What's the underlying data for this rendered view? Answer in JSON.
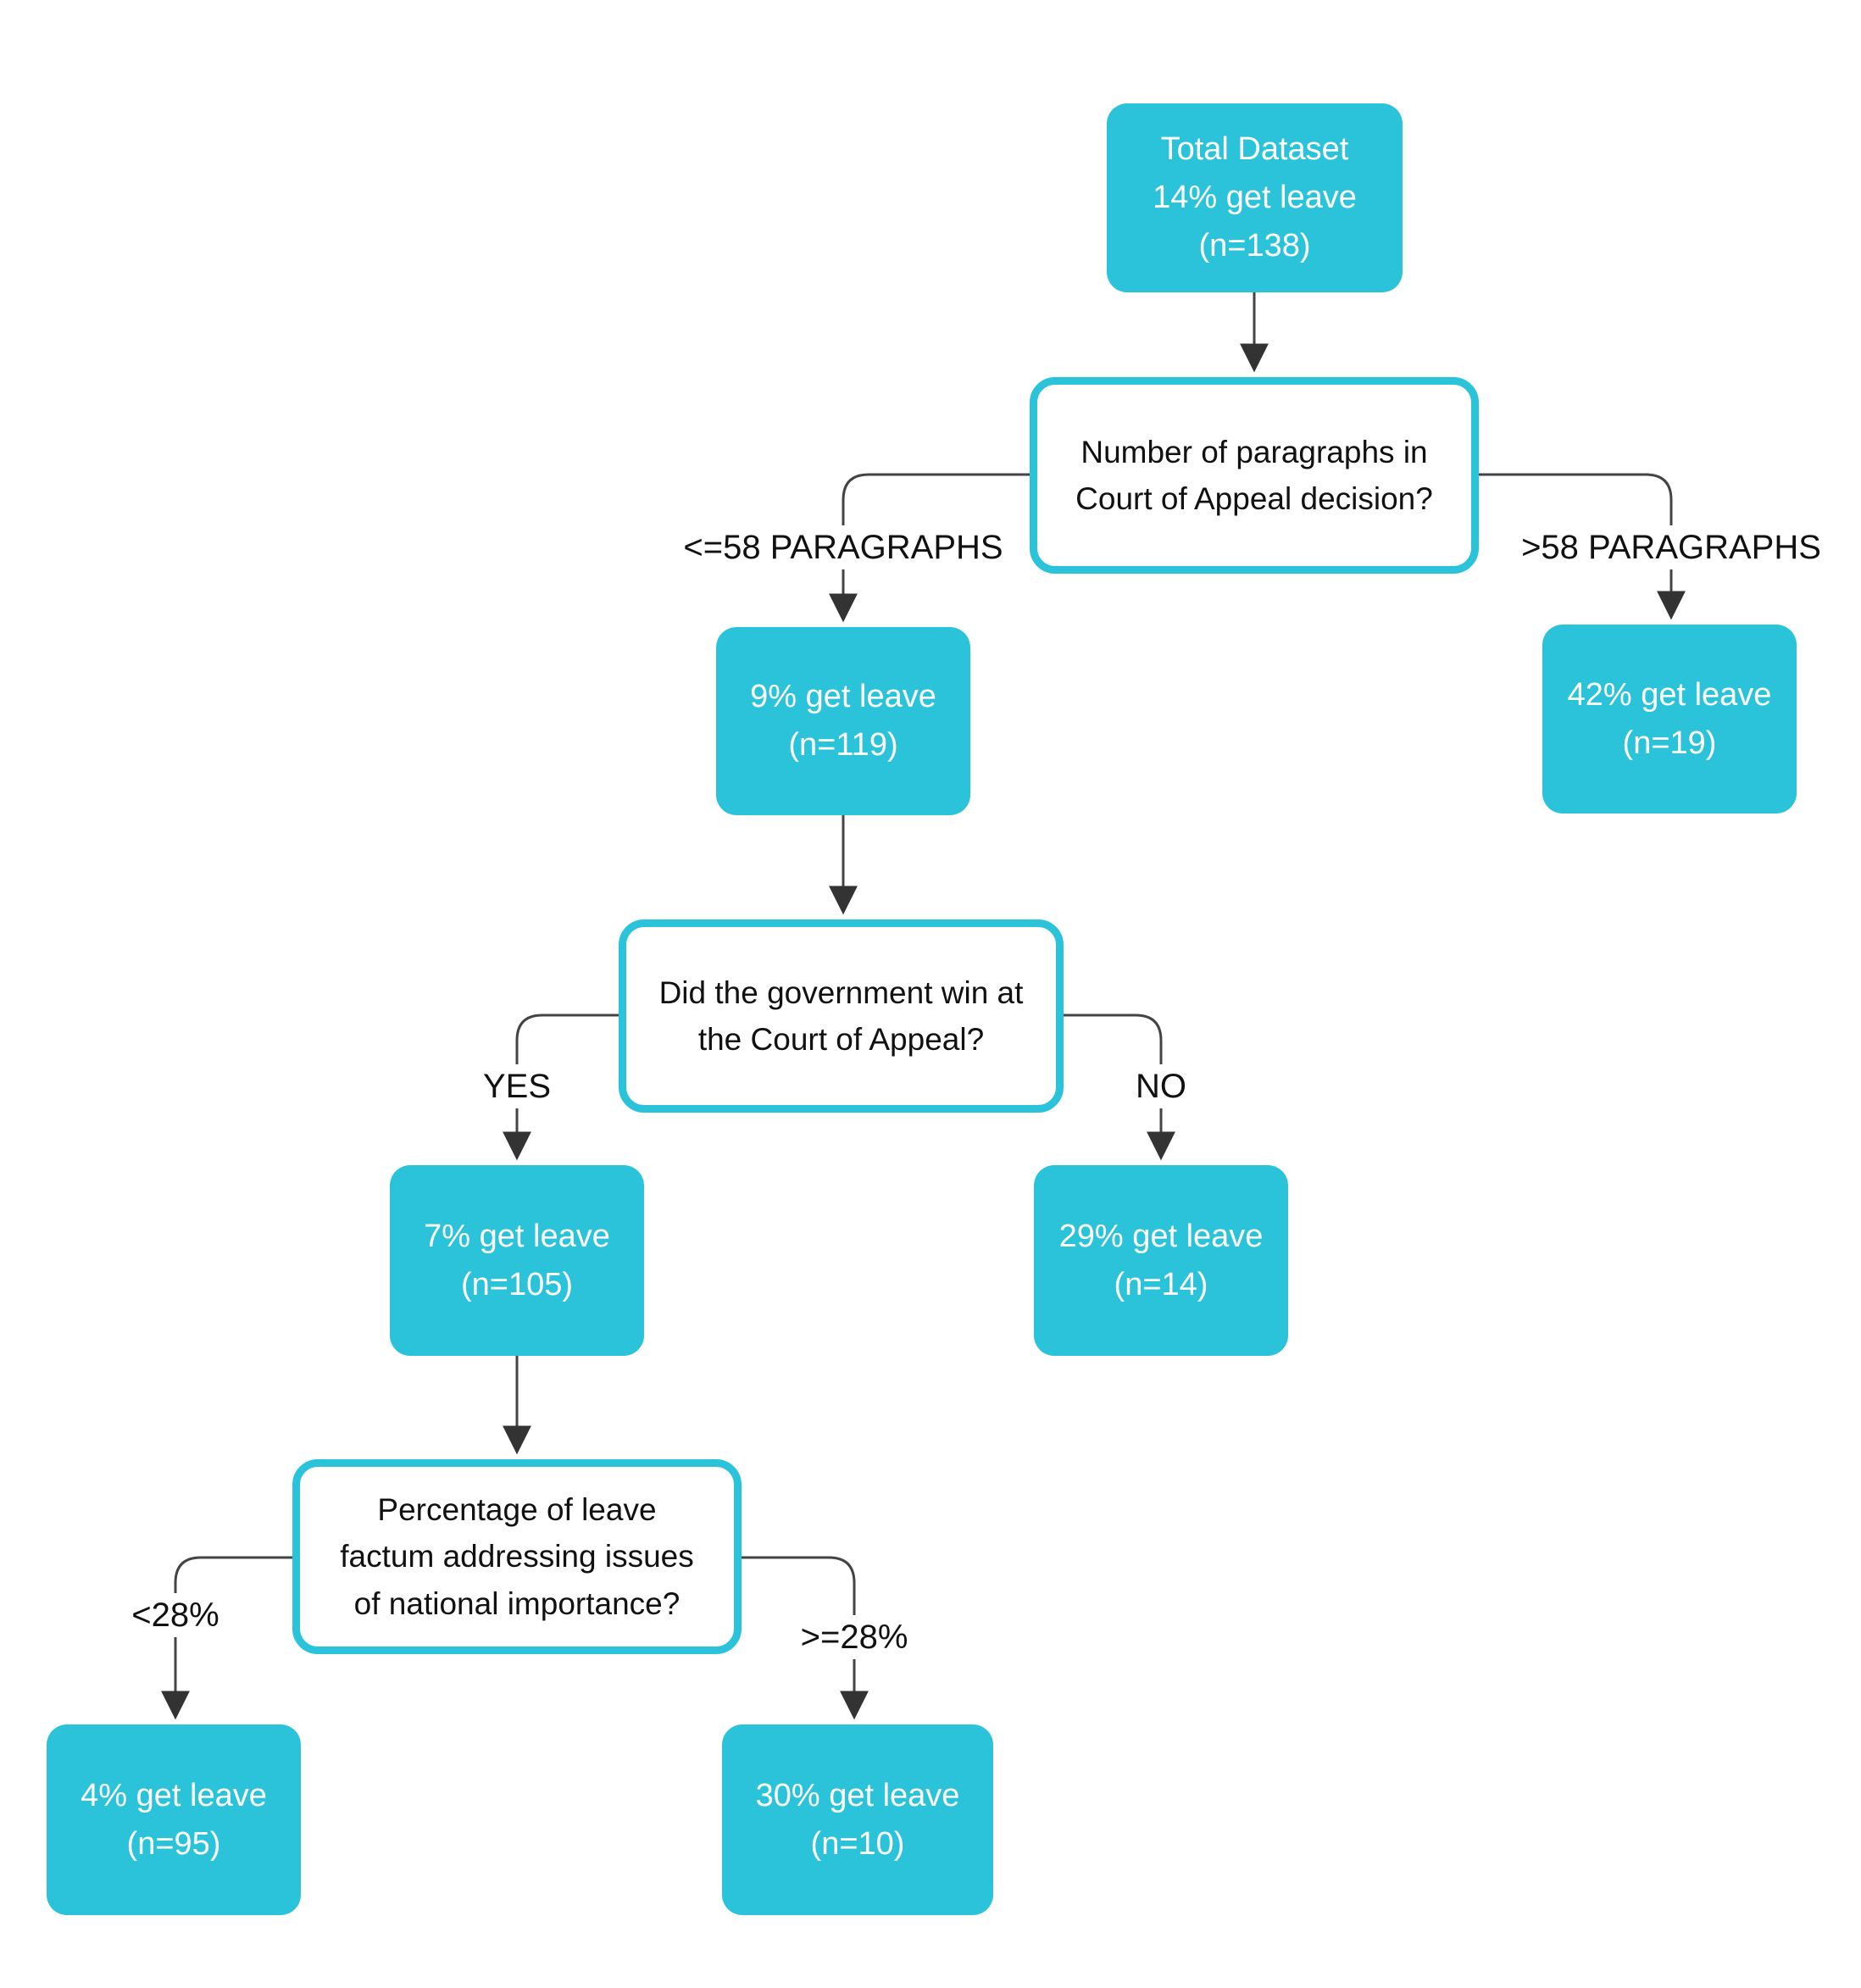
{
  "flowchart": {
    "root": "Total Dataset\n14% get leave\n(n=138)",
    "questions": {
      "paragraphs": "Number of paragraphs in\nCourt of Appeal decision?",
      "gov_win": "Did the government win at\nthe Court of Appeal?",
      "factum_pct": "Percentage of leave\nfactum addressing issues\nof national importance?"
    },
    "branch_labels": {
      "le58": "<=58 PARAGRAPHS",
      "gt58": ">58 PARAGRAPHS",
      "yes": "YES",
      "no": "NO",
      "lt28": "<28%",
      "ge28": ">=28%"
    },
    "leaves": {
      "le58": "9% get leave\n(n=119)",
      "gt58": "42% get leave\n(n=19)",
      "yes": "7% get leave\n(n=105)",
      "no": "29% get leave\n(n=14)",
      "lt28": "4% get leave\n(n=95)",
      "ge28": "30% get leave\n(n=10)"
    },
    "colors": {
      "accent": "#2bc3d9",
      "line": "#444444",
      "arrow": "#333333",
      "leaf_text": "#ffffff",
      "question_text": "#111111",
      "background": "#ffffff"
    }
  }
}
